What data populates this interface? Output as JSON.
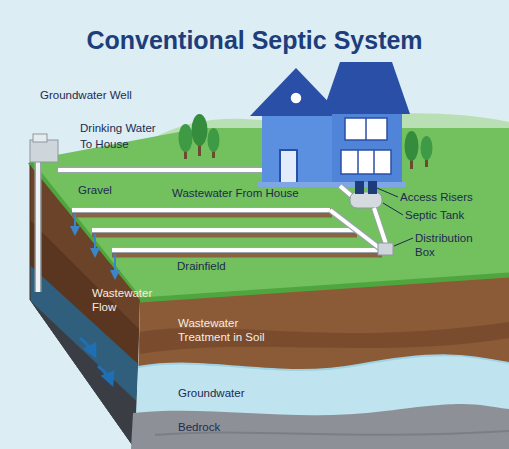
{
  "diagram": {
    "title": "Conventional Septic System",
    "nodes": [
      {
        "text": [
          "Wastewater Treatment in Soil"
        ]
      },
      {
        "text": [
          "Groundwater"
        ]
      },
      {
        "text": [
          "Bedrock"
        ]
      }
    ],
    "labels": [
      "Groundwater Well",
      "Drinking Water To House",
      "Gravel",
      "Wastewater From House",
      "Access Risers",
      "Septic Tank",
      "Distribution Box",
      "Drainfield",
      "Wastewater Flow"
    ]
  }
}
